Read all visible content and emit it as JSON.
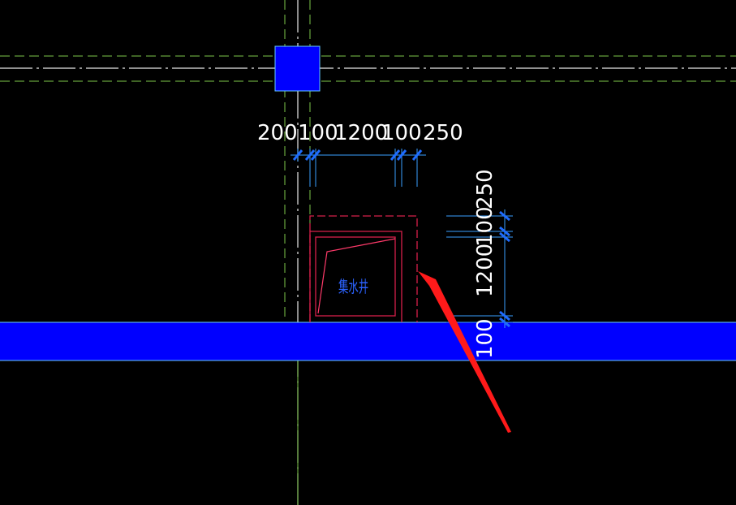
{
  "colors": {
    "background": "#000000",
    "axis_green": "#7ec84a",
    "axis_white": "#e8e8e8",
    "column_blue": "#0000ff",
    "beam_blue": "#0000ff",
    "beam_edge": "#66ccff",
    "dim_line": "#3aa0ff",
    "dim_tick": "#1e6cff",
    "pit_red": "#d6204a",
    "pit_inner_red": "#ff3a6a",
    "arrow_red": "#ff1a1a",
    "dim_text": "#ffffff",
    "pit_text": "#2b62ff"
  },
  "dimensions": {
    "horizontal": [
      "200",
      "100",
      "1200",
      "100",
      "250"
    ],
    "vertical": [
      "250",
      "100",
      "1200",
      "100"
    ]
  },
  "sump_pit": {
    "label": "集水井"
  },
  "annotation": {
    "type": "arrow",
    "icon": "red-arrow-icon"
  }
}
